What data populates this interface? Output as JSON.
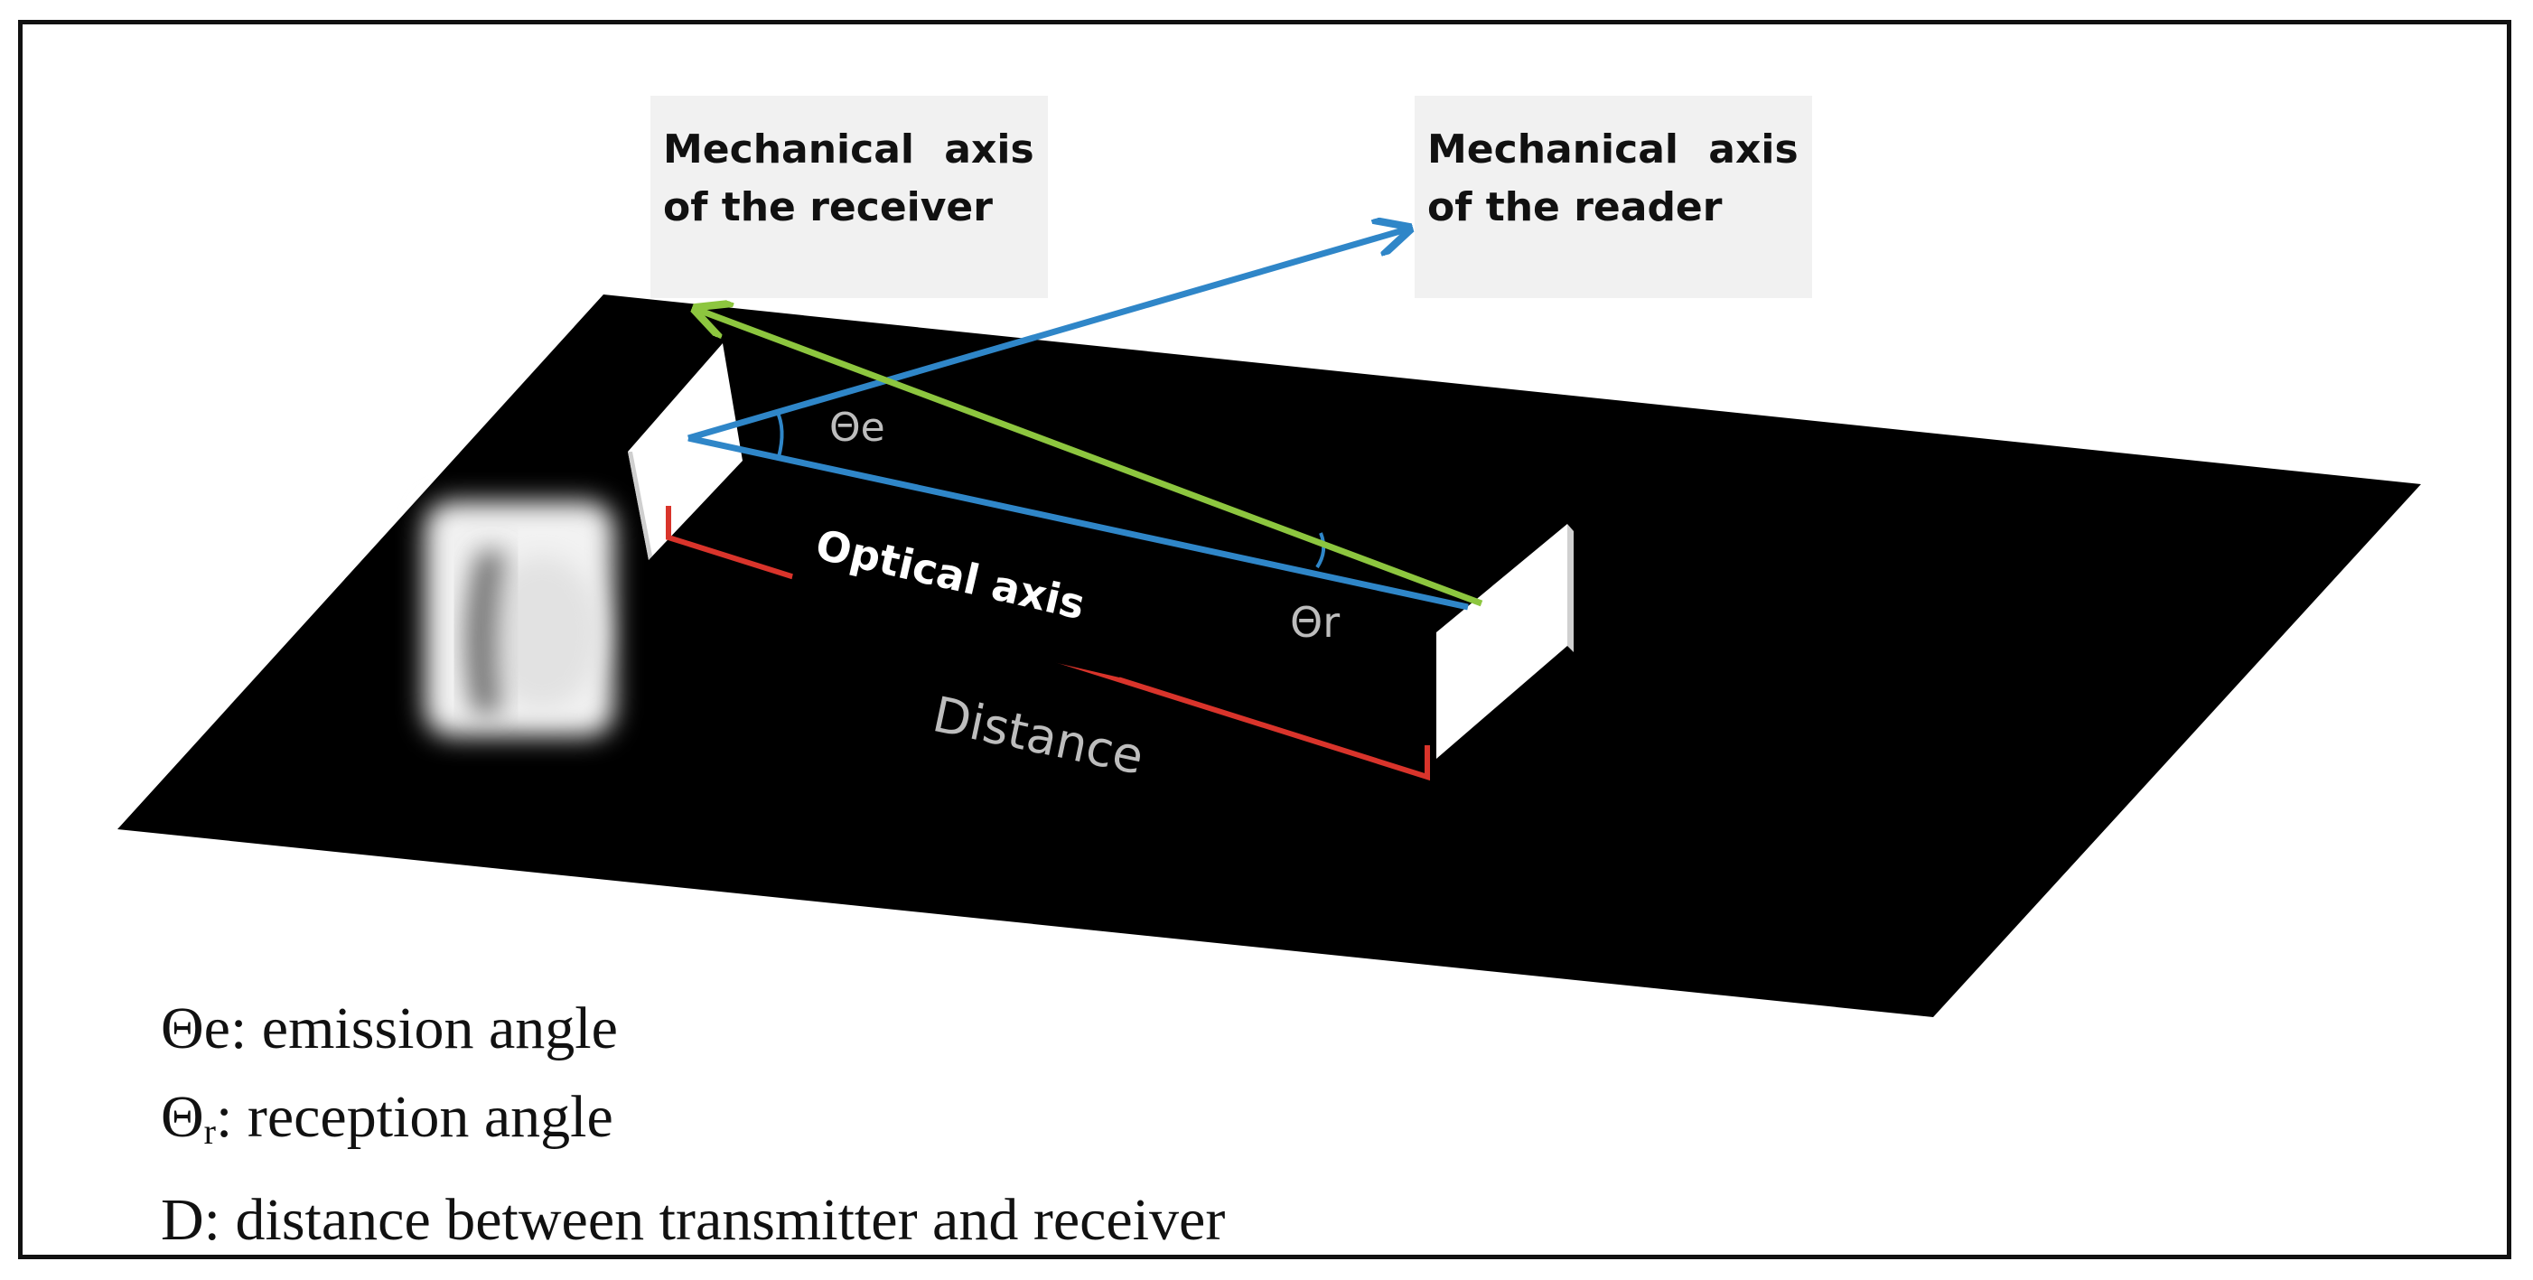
{
  "callouts": {
    "receiver": {
      "line1": "Mechanical axis",
      "line2": "of the receiver"
    },
    "reader": {
      "line1": "Mechanical axis",
      "line2": "of the reader"
    }
  },
  "labels": {
    "theta_e": "Θe",
    "theta_r": "Θr",
    "optical_axis": "Optical axis",
    "distance": "Distance"
  },
  "legend": {
    "emission": {
      "symbol": "Θe",
      "text": ": emission angle"
    },
    "reception": {
      "symbol": "Θ",
      "subscript": "r",
      "text": ": reception angle"
    },
    "distance": {
      "symbol": "D",
      "text": ": distance between transmitter and receiver"
    }
  },
  "colors": {
    "plane": "#000000",
    "mechanical_axis_receiver": "#8dc63f",
    "mechanical_axis_reader": "#2f86c8",
    "distance_line": "#d9342b",
    "label_grey": "#bdbdbd"
  },
  "icons": {
    "device": "motion-sensor-icon"
  }
}
